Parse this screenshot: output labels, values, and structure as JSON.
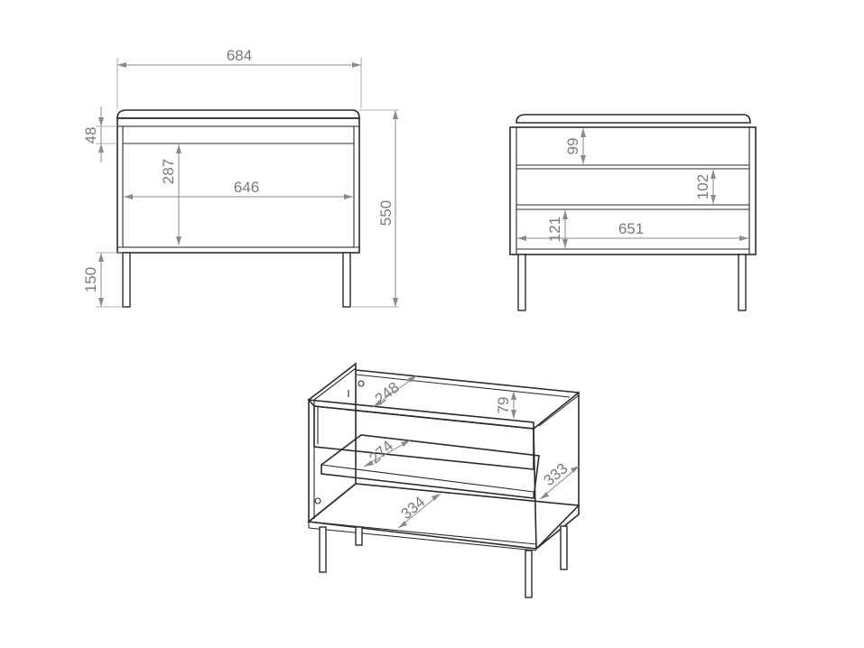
{
  "front_view": {
    "overall_width": "684",
    "top_height": "48",
    "inner_height": "287",
    "inner_width": "646",
    "total_height": "550",
    "leg_height": "150"
  },
  "back_view": {
    "upper_gap": "99",
    "shelf_gap": "102",
    "bottom_gap": "121",
    "inner_width": "651"
  },
  "iso_view": {
    "top_depth": "248",
    "top_height": "79",
    "shelf_depth": "274",
    "side_depth": "333",
    "bottom_depth": "334"
  }
}
